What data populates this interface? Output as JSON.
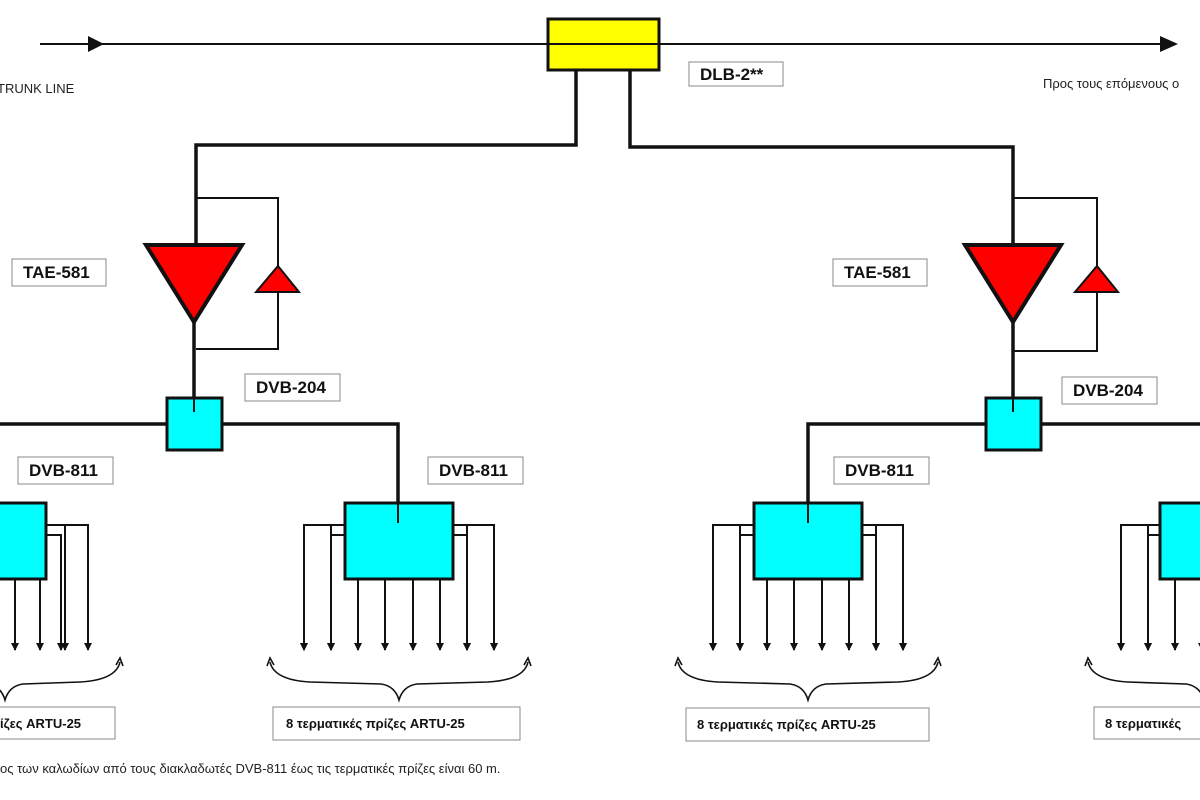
{
  "trunk": {
    "left_label": "TRUNK LINE",
    "right_label": "Προς τους επόμενους ο"
  },
  "tap": {
    "label": "DLB-2**",
    "color": "#ffff00"
  },
  "amplifier": {
    "label": "TAE-581",
    "color": "#ff0000"
  },
  "splitter": {
    "label": "DVB-204",
    "color": "#00ffff"
  },
  "distributor": {
    "label": "DVB-811",
    "color": "#00ffff"
  },
  "outlets": {
    "label_full": "8 τερματικές πρίζες ARTU-25",
    "label_left_cut": "ίζες ARTU-25",
    "label_right_cut": "8 τερματικές"
  },
  "footnote": "ος των καλωδίων από τους διακλαδωτές DVB-811 έως τις τερματικές πρίζες είναι 60 m."
}
